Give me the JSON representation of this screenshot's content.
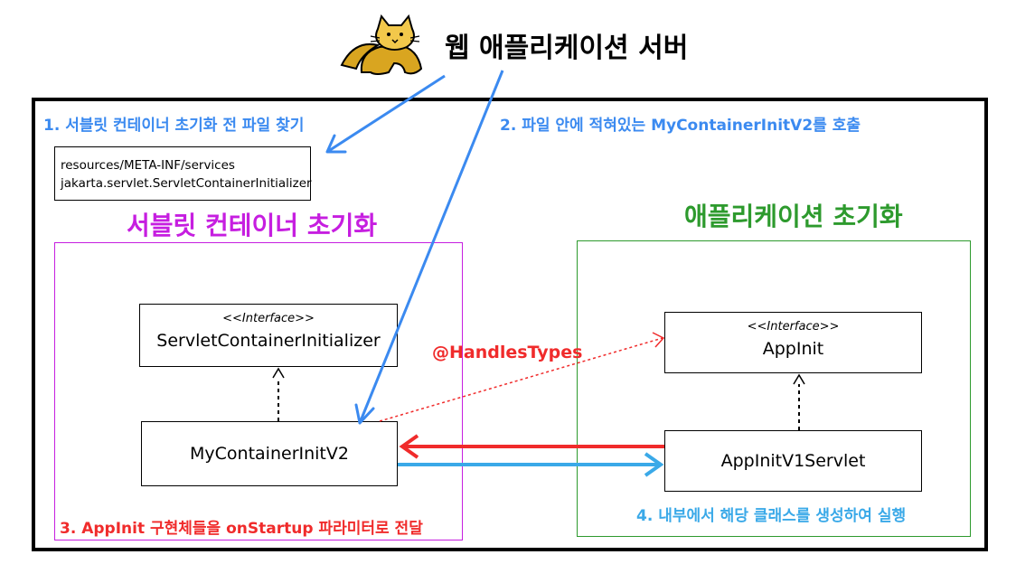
{
  "header": {
    "title": "웹 애플리케이션 서버",
    "logo_icon": "tomcat-cat-icon"
  },
  "steps": {
    "step1": "1. 서블릿 컨테이너 초기화 전 파일 찾기",
    "step2": "2. 파일 안에 적혀있는 MyContainerInitV2를 호출",
    "step3": "3. AppInit 구현체들을 onStartup 파라미터로 전달",
    "step4": "4. 내부에서 해당 클래스를 생성하여 실행"
  },
  "file": {
    "line1": "resources/META-INF/services",
    "line2": "jakarta.servlet.ServletContainerInitializer"
  },
  "servlet_container": {
    "title": "서블릿 컨테이너 초기화",
    "interface_stereotype": "<<Interface>>",
    "interface_name": "ServletContainerInitializer",
    "impl_name": "MyContainerInitV2"
  },
  "application": {
    "title": "애플리케이션 초기화",
    "interface_stereotype": "<<Interface>>",
    "interface_name": "AppInit",
    "impl_name": "AppInitV1Servlet"
  },
  "annotation": "@HandlesTypes",
  "colors": {
    "blue": "#3b8af0",
    "light_blue": "#3aa9e8",
    "red": "#f02b2b",
    "magenta": "#c61ee0",
    "green": "#2d9a2d"
  }
}
